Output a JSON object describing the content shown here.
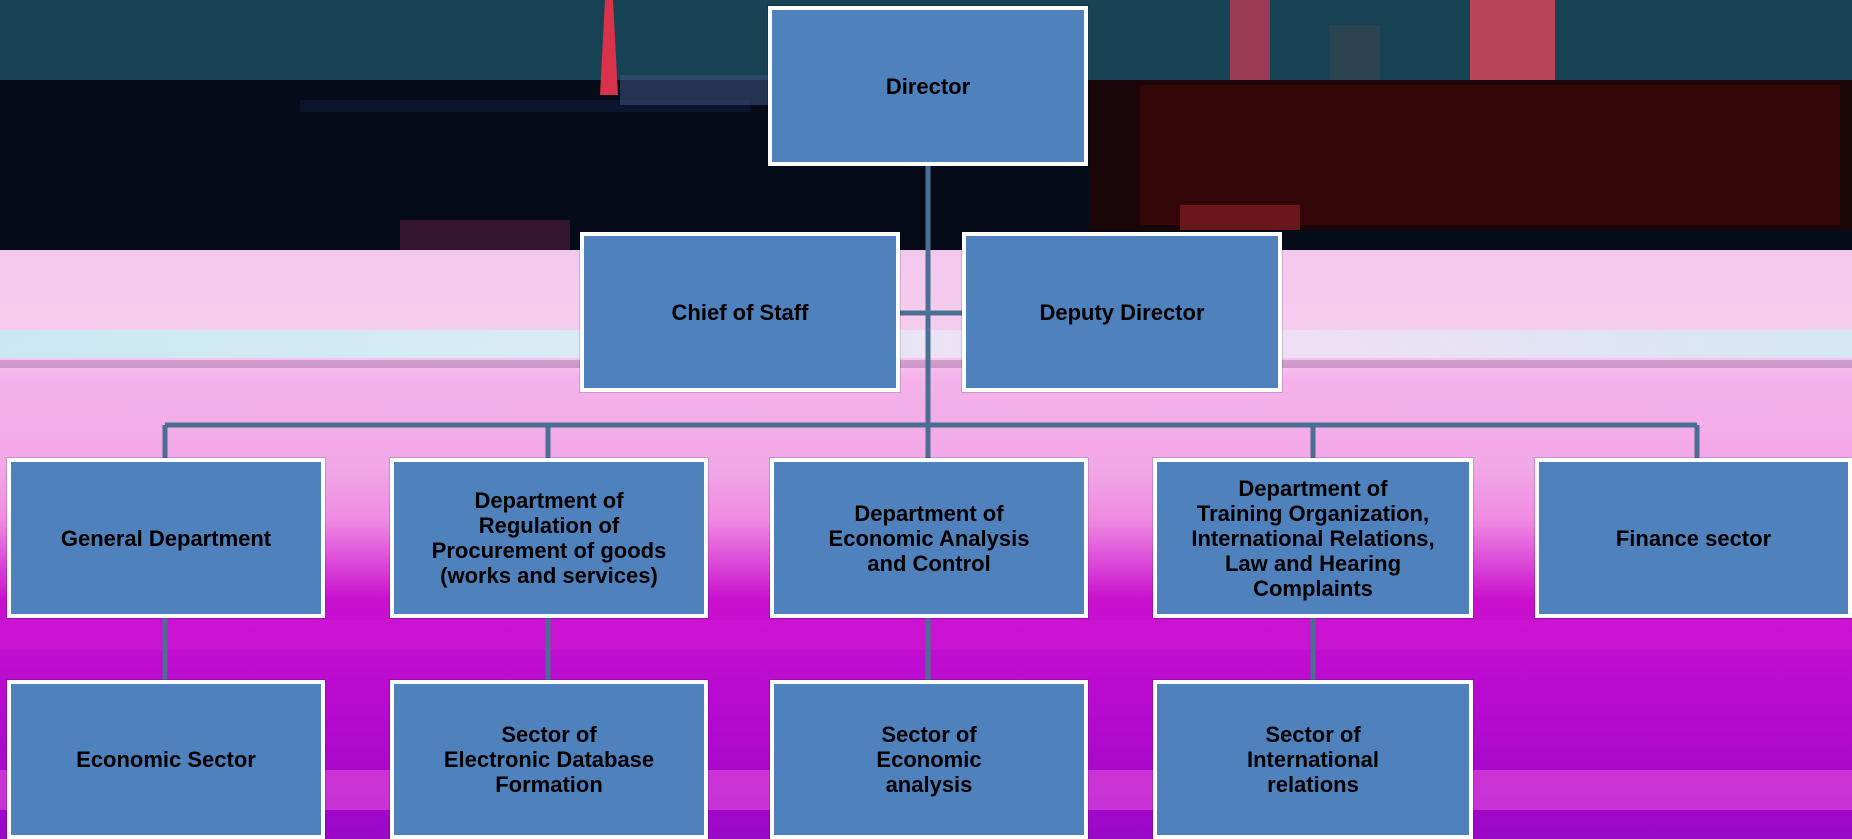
{
  "org_chart": {
    "director": "Director",
    "chief_of_staff": "Chief of Staff",
    "deputy_director": "Deputy Director",
    "departments": [
      "General Department",
      "Department of\nRegulation of\nProcurement of goods\n(works and services)",
      "Department of\nEconomic Analysis\nand Control",
      "Department of\nTraining Organization,\nInternational Relations,\nLaw and Hearing\nComplaints",
      "Finance sector"
    ],
    "sectors": [
      "Economic Sector",
      "Sector of\nElectronic Database\nFormation",
      "Sector of\nEconomic\nanalysis",
      "Sector of\nInternational\nrelations"
    ]
  },
  "colors": {
    "box_fill": "#4f81bd",
    "box_border": "#ffffff",
    "connector": "#4a6f93",
    "text": "#000000"
  }
}
